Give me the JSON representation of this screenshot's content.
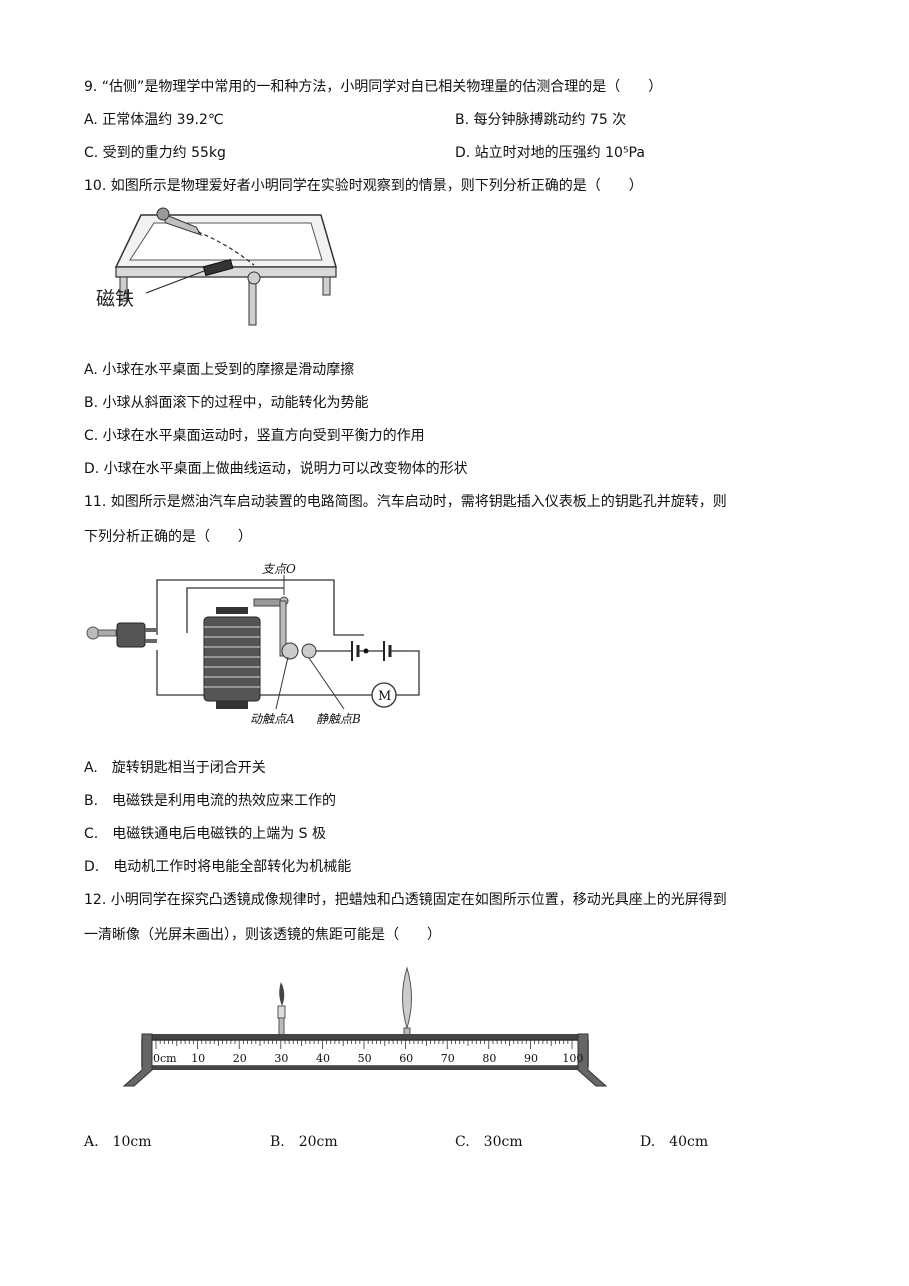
{
  "q9": {
    "stem": "9. “估侧”是物理学中常用的一和种方法，小明同学对自已相关物理量的估测合理的是（　　）",
    "options": [
      "A. 正常体温约 39.2℃",
      "B. 每分钟脉搏跳动约 75 次",
      "C. 受到的重力约 55kg",
      "D. 站立时对地的压强约 10⁵Pa"
    ]
  },
  "q10": {
    "stem": "10. 如图所示是物理爱好者小明同学在实验时观察到的情景，则下列分析正确的是（　　）",
    "figure_label": "磁铁",
    "options": [
      "A. 小球在水平桌面上受到的摩擦是滑动摩擦",
      "B. 小球从斜面滚下的过程中，动能转化为势能",
      "C. 小球在水平桌面运动时，竖直方向受到平衡力的作用",
      "D. 小球在水平桌面上做曲线运动，说明力可以改变物体的形状"
    ]
  },
  "q11": {
    "stem_line1": "11. 如图所示是燃油汽车启动装置的电路简图。汽车启动时，需将钥匙插入仪表板上的钥匙孔并旋转，则",
    "stem_line2": "下列分析正确的是（　　）",
    "figure_labels": {
      "pivot": "支点O",
      "contact_a": "动触点A",
      "contact_b": "静触点B",
      "motor": "M"
    },
    "options": [
      "A.　旋转钥匙相当于闭合开关",
      "B.　电磁铁是利用电流的热效应来工作的",
      "C.　电磁铁通电后电磁铁的上端为 S 极",
      "D.　电动机工作时将电能全部转化为机械能"
    ]
  },
  "q12": {
    "stem_line1": "12. 小明同学在探究凸透镜成像规律时，把蜡烛和凸透镜固定在如图所示位置，移动光具座上的光屏得到",
    "stem_line2": "一清晰像（光屏未画出），则该透镜的焦距可能是（　　）",
    "ruler_labels": [
      "0cm",
      "10",
      "20",
      "30",
      "40",
      "50",
      "60",
      "70",
      "80",
      "90",
      "100"
    ],
    "options": [
      "A.　10cm",
      "B.　20cm",
      "C.　30cm",
      "D.　40cm"
    ]
  }
}
